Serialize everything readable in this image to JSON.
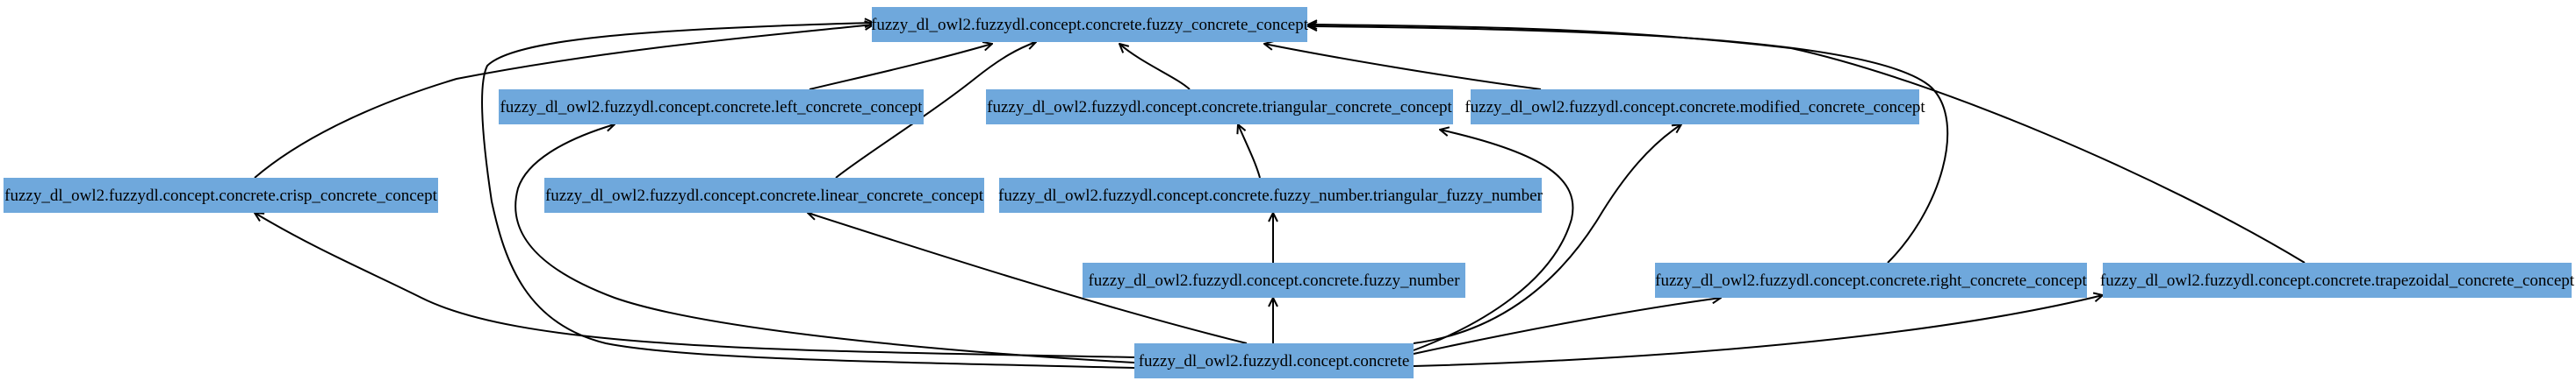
{
  "diagram": {
    "colors": {
      "node_fill": "#6fa8dc",
      "edge": "#000000",
      "text": "#000000",
      "background": "#ffffff"
    },
    "nodes": [
      {
        "id": "fuzzy_concrete_concept",
        "label": "fuzzy_dl_owl2.fuzzydl.concept.concrete.fuzzy_concrete_concept"
      },
      {
        "id": "left_concrete_concept",
        "label": "fuzzy_dl_owl2.fuzzydl.concept.concrete.left_concrete_concept"
      },
      {
        "id": "triangular_concrete_concept",
        "label": "fuzzy_dl_owl2.fuzzydl.concept.concrete.triangular_concrete_concept"
      },
      {
        "id": "modified_concrete_concept",
        "label": "fuzzy_dl_owl2.fuzzydl.concept.concrete.modified_concrete_concept"
      },
      {
        "id": "crisp_concrete_concept",
        "label": "fuzzy_dl_owl2.fuzzydl.concept.concrete.crisp_concrete_concept"
      },
      {
        "id": "linear_concrete_concept",
        "label": "fuzzy_dl_owl2.fuzzydl.concept.concrete.linear_concrete_concept"
      },
      {
        "id": "triangular_fuzzy_number",
        "label": "fuzzy_dl_owl2.fuzzydl.concept.concrete.fuzzy_number.triangular_fuzzy_number"
      },
      {
        "id": "fuzzy_number",
        "label": "fuzzy_dl_owl2.fuzzydl.concept.concrete.fuzzy_number"
      },
      {
        "id": "right_concrete_concept",
        "label": "fuzzy_dl_owl2.fuzzydl.concept.concrete.right_concrete_concept"
      },
      {
        "id": "trapezoidal_concrete_concept",
        "label": "fuzzy_dl_owl2.fuzzydl.concept.concrete.trapezoidal_concrete_concept"
      },
      {
        "id": "concrete",
        "label": "fuzzy_dl_owl2.fuzzydl.concept.concrete"
      }
    ],
    "edges": [
      {
        "from": "left_concrete_concept",
        "to": "fuzzy_concrete_concept"
      },
      {
        "from": "triangular_concrete_concept",
        "to": "fuzzy_concrete_concept"
      },
      {
        "from": "modified_concrete_concept",
        "to": "fuzzy_concrete_concept"
      },
      {
        "from": "crisp_concrete_concept",
        "to": "fuzzy_concrete_concept"
      },
      {
        "from": "linear_concrete_concept",
        "to": "fuzzy_concrete_concept"
      },
      {
        "from": "right_concrete_concept",
        "to": "fuzzy_concrete_concept"
      },
      {
        "from": "trapezoidal_concrete_concept",
        "to": "fuzzy_concrete_concept"
      },
      {
        "from": "concrete",
        "to": "fuzzy_concrete_concept"
      },
      {
        "from": "triangular_fuzzy_number",
        "to": "triangular_concrete_concept"
      },
      {
        "from": "fuzzy_number",
        "to": "triangular_fuzzy_number"
      },
      {
        "from": "concrete",
        "to": "fuzzy_number"
      },
      {
        "from": "concrete",
        "to": "crisp_concrete_concept"
      },
      {
        "from": "concrete",
        "to": "left_concrete_concept"
      },
      {
        "from": "concrete",
        "to": "linear_concrete_concept"
      },
      {
        "from": "concrete",
        "to": "triangular_concrete_concept"
      },
      {
        "from": "concrete",
        "to": "modified_concrete_concept"
      },
      {
        "from": "concrete",
        "to": "right_concrete_concept"
      },
      {
        "from": "concrete",
        "to": "trapezoidal_concrete_concept"
      }
    ]
  }
}
